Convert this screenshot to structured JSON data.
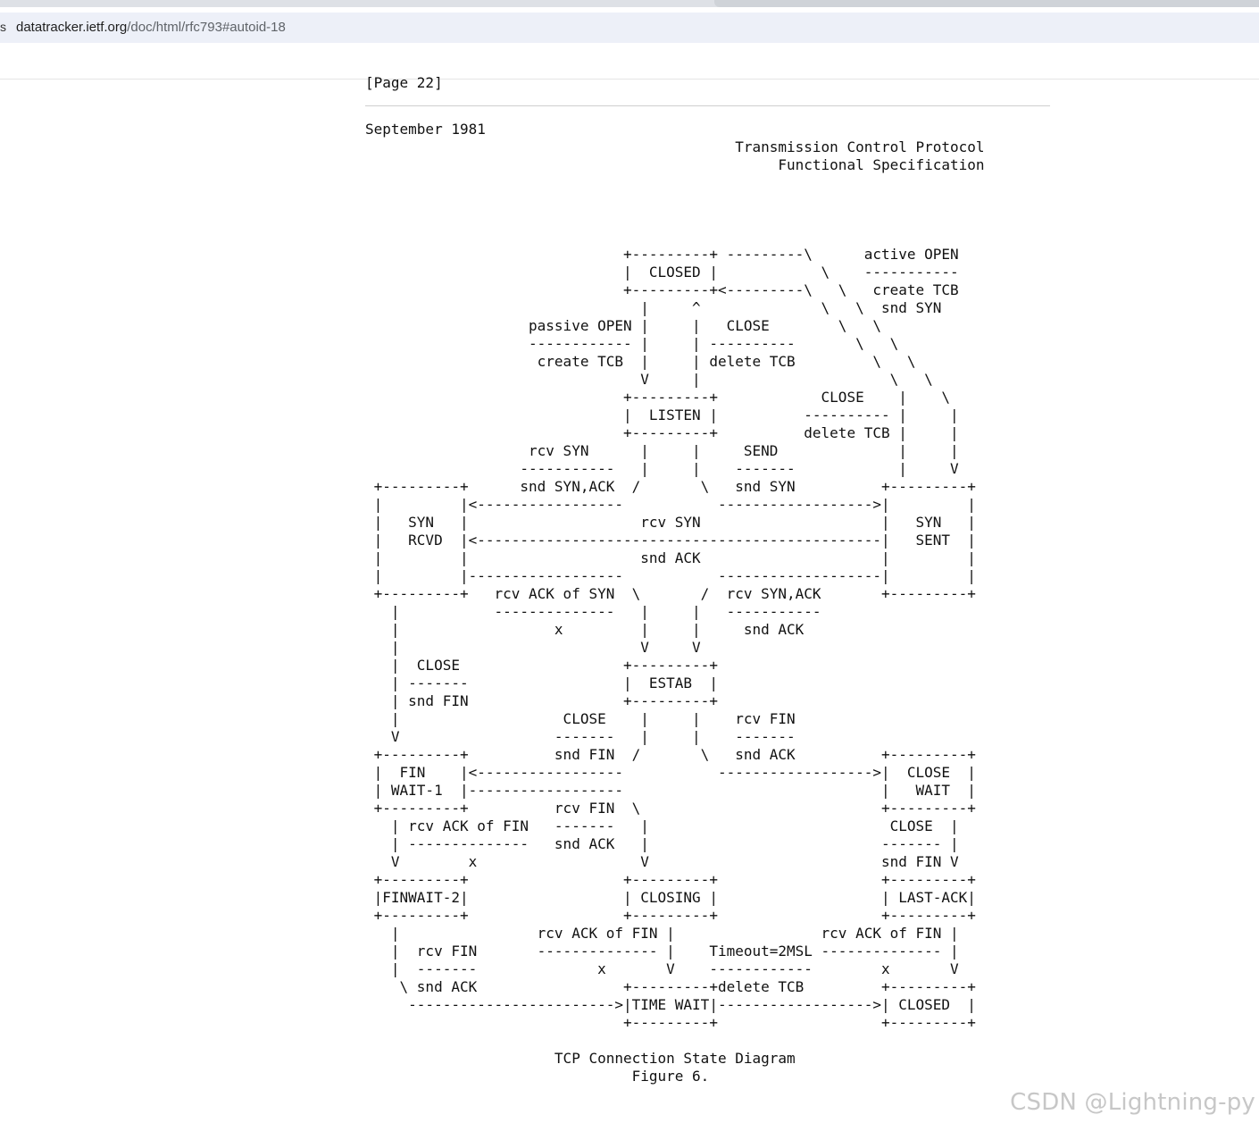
{
  "browser": {
    "url_host": "datatracker.ietf.org",
    "url_path": "/doc/html/rfc793#autoid-18"
  },
  "document": {
    "prev_page_footer": "[Page 22]",
    "header_lines": [
      "September 1981",
      "                                           Transmission Control Protocol",
      "                                                Functional Specification"
    ],
    "diagram_lines": [
      "                              +---------+ ---------\\      active OPEN",
      "                              |  CLOSED |            \\    -----------",
      "                              +---------+<---------\\   \\   create TCB",
      "                                |     ^              \\   \\  snd SYN",
      "                   passive OPEN |     |   CLOSE        \\   \\",
      "                   ------------ |     | ----------       \\   \\",
      "                    create TCB  |     | delete TCB         \\   \\",
      "                                V     |                      \\   \\",
      "                              +---------+            CLOSE    |    \\",
      "                              |  LISTEN |          ---------- |     |",
      "                              +---------+          delete TCB |     |",
      "                   rcv SYN      |     |     SEND              |     |",
      "                  -----------   |     |    -------            |     V",
      " +---------+      snd SYN,ACK  /       \\   snd SYN          +---------+",
      " |         |<-----------------           ------------------>|         |",
      " |   SYN   |                    rcv SYN                     |   SYN   |",
      " |   RCVD  |<-----------------------------------------------|   SENT  |",
      " |         |                    snd ACK                     |         |",
      " |         |------------------           -------------------|         |",
      " +---------+   rcv ACK of SYN  \\       /  rcv SYN,ACK       +---------+",
      "   |           --------------   |     |   -----------",
      "   |                  x         |     |     snd ACK",
      "   |                            V     V",
      "   |  CLOSE                   +---------+",
      "   | -------                  |  ESTAB  |",
      "   | snd FIN                  +---------+",
      "   |                   CLOSE    |     |    rcv FIN",
      "   V                  -------   |     |    -------",
      " +---------+          snd FIN  /       \\   snd ACK          +---------+",
      " |  FIN    |<-----------------           ------------------>|  CLOSE  |",
      " | WAIT-1  |------------------                              |   WAIT  |",
      " +---------+          rcv FIN  \\                            +---------+",
      "   | rcv ACK of FIN   -------   |                            CLOSE  |",
      "   | --------------   snd ACK   |                           ------- |",
      "   V        x                   V                           snd FIN V",
      " +---------+                  +---------+                   +---------+",
      " |FINWAIT-2|                  | CLOSING |                   | LAST-ACK|",
      " +---------+                  +---------+                   +---------+",
      "   |                rcv ACK of FIN |                 rcv ACK of FIN |",
      "   |  rcv FIN       -------------- |    Timeout=2MSL -------------- |",
      "   |  -------              x       V    ------------        x       V",
      "    \\ snd ACK                 +---------+delete TCB         +---------+",
      "     ------------------------>|TIME WAIT|------------------>| CLOSED  |",
      "                              +---------+                   +---------+"
    ],
    "caption_lines": [
      "                      TCP Connection State Diagram",
      "                               Figure 6."
    ]
  },
  "watermark": "CSDN @Lightning-py"
}
